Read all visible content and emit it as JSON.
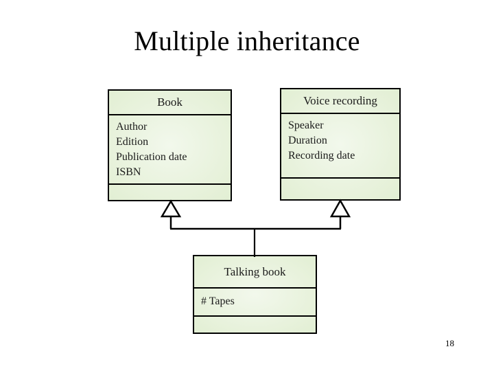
{
  "slide": {
    "title": "Multiple inheritance",
    "page_number": "18",
    "background_color": "#ffffff",
    "box_fill_color": "#e2efd5",
    "box_border_color": "#000000",
    "connector_color": "#000000"
  },
  "diagram": {
    "type": "uml-class-diagram",
    "relationship": "generalization",
    "classes": [
      {
        "id": "book",
        "name": "Book",
        "attributes": [
          "Author",
          "Edition",
          "Publication date",
          "ISBN"
        ],
        "operations": []
      },
      {
        "id": "voice-recording",
        "name": "Voice recording",
        "attributes": [
          "Speaker",
          "Duration",
          "Recording date"
        ],
        "operations": []
      },
      {
        "id": "talking-book",
        "name": "Talking book",
        "attributes": [
          "# Tapes"
        ],
        "operations": []
      }
    ],
    "generalizations": [
      {
        "child": "talking-book",
        "parent": "book"
      },
      {
        "child": "talking-book",
        "parent": "voice-recording"
      }
    ]
  }
}
